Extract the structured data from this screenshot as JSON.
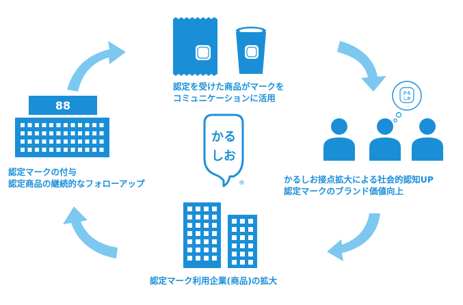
{
  "logo": {
    "text": "かるしお",
    "registered": "®"
  },
  "badge_text": "かるしお",
  "hq_sign": "88",
  "steps": [
    {
      "id": "product",
      "lines": [
        "認定を受けた商品がマークを",
        "コミュニケーションに活用"
      ]
    },
    {
      "id": "awareness",
      "lines": [
        "かるしお接点拡大による社会的認知UP",
        "認定マークのブランド価値向上"
      ]
    },
    {
      "id": "companies",
      "lines": [
        "認定マーク利用企業(商品)の拡大"
      ]
    },
    {
      "id": "certification",
      "lines": [
        "認定マークの付与",
        "認定商品の継続的なフォローアップ"
      ]
    }
  ],
  "colors": {
    "primary": "#1a8fd8",
    "arrow": "#7cc8f0",
    "window": "#ffffff"
  }
}
